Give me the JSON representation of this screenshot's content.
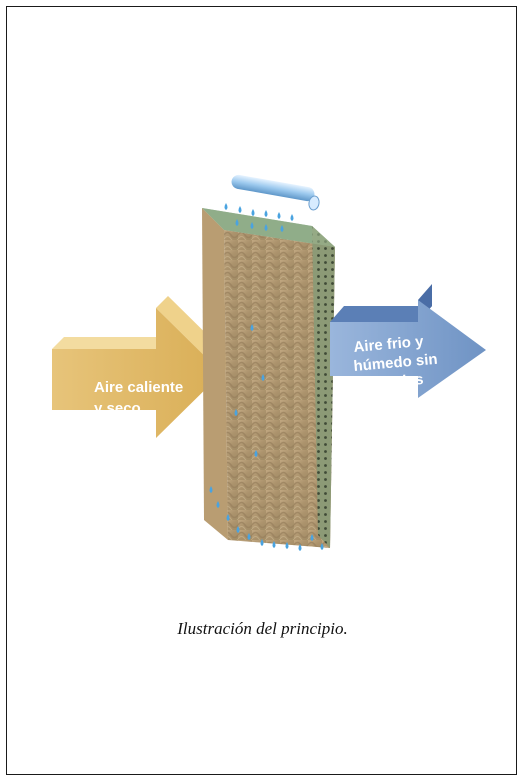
{
  "diagram": {
    "left_arrow": {
      "line1": "Aire caliente",
      "line2": "y seco",
      "color": "#e8c877"
    },
    "right_arrow": {
      "line1": "Aire frio y",
      "line2": "húmedo sin",
      "line3": "aerosoles",
      "color": "#7fa1cf"
    },
    "pad_color": "#b89f78",
    "water_color": "#4aa3e0"
  },
  "caption": "Ilustración del principio."
}
